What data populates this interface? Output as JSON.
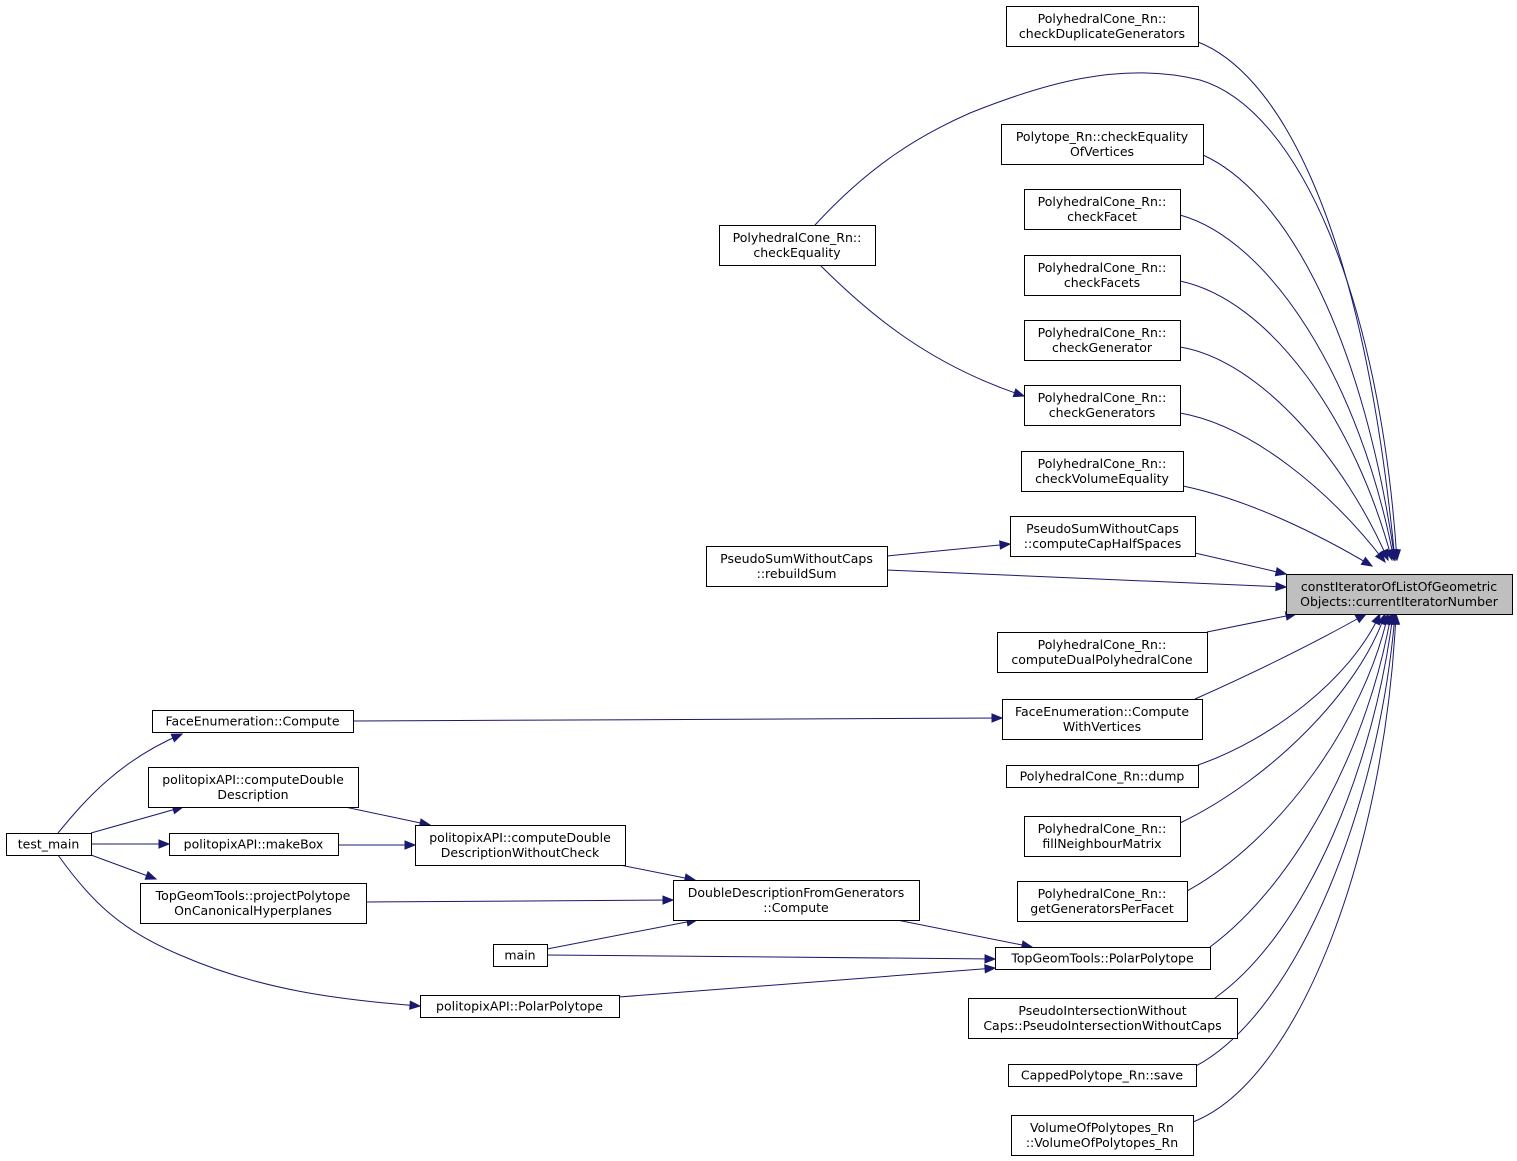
{
  "nodes": {
    "target": [
      "constIteratorOfListOfGeometric",
      "Objects::currentIteratorNumber"
    ],
    "checkDuplicateGenerators": [
      "PolyhedralCone_Rn::",
      "checkDuplicateGenerators"
    ],
    "checkEqualityOfVertices": [
      "Polytope_Rn::checkEquality",
      "OfVertices"
    ],
    "checkFacet": [
      "PolyhedralCone_Rn::",
      "checkFacet"
    ],
    "checkFacets": [
      "PolyhedralCone_Rn::",
      "checkFacets"
    ],
    "checkGenerator": [
      "PolyhedralCone_Rn::",
      "checkGenerator"
    ],
    "checkGenerators": [
      "PolyhedralCone_Rn::",
      "checkGenerators"
    ],
    "checkVolumeEquality": [
      "PolyhedralCone_Rn::",
      "checkVolumeEquality"
    ],
    "computeCapHalfSpaces": [
      "PseudoSumWithoutCaps",
      "::computeCapHalfSpaces"
    ],
    "computeDualPolyhedralCone": [
      "PolyhedralCone_Rn::",
      "computeDualPolyhedralCone"
    ],
    "computeWithVertices": [
      "FaceEnumeration::Compute",
      "WithVertices"
    ],
    "dump": [
      "PolyhedralCone_Rn::dump"
    ],
    "fillNeighbourMatrix": [
      "PolyhedralCone_Rn::",
      "fillNeighbourMatrix"
    ],
    "getGeneratorsPerFacet": [
      "PolyhedralCone_Rn::",
      "getGeneratorsPerFacet"
    ],
    "topPolarPolytope": [
      "TopGeomTools::PolarPolytope"
    ],
    "pseudoIntersection": [
      "PseudoIntersectionWithout",
      "Caps::PseudoIntersectionWithoutCaps"
    ],
    "save": [
      "CappedPolytope_Rn::save"
    ],
    "volumeOfPolytopes": [
      "VolumeOfPolytopes_Rn",
      "::VolumeOfPolytopes_Rn"
    ],
    "checkEquality": [
      "PolyhedralCone_Rn::",
      "checkEquality"
    ],
    "rebuildSum": [
      "PseudoSumWithoutCaps",
      "::rebuildSum"
    ],
    "faceCompute": [
      "FaceEnumeration::Compute"
    ],
    "apiComputeDD": [
      "politopixAPI::computeDouble",
      "Description"
    ],
    "apiMakeBox": [
      "politopixAPI::makeBox"
    ],
    "apiComputeDDWithoutCheck": [
      "politopixAPI::computeDouble",
      "DescriptionWithoutCheck"
    ],
    "ddCompute": [
      "DoubleDescriptionFromGenerators",
      "::Compute"
    ],
    "projectPolytope": [
      "TopGeomTools::projectPolytope",
      "OnCanonicalHyperplanes"
    ],
    "main": [
      "main"
    ],
    "apiPolarPolytope": [
      "politopixAPI::PolarPolytope"
    ],
    "testMain": [
      "test_main"
    ]
  },
  "edges": [
    [
      "checkDuplicateGenerators",
      "target"
    ],
    [
      "checkEquality",
      "target"
    ],
    [
      "checkEqualityOfVertices",
      "target"
    ],
    [
      "checkFacet",
      "target"
    ],
    [
      "checkFacets",
      "target"
    ],
    [
      "checkGenerator",
      "target"
    ],
    [
      "checkGenerators",
      "target"
    ],
    [
      "checkVolumeEquality",
      "target"
    ],
    [
      "computeCapHalfSpaces",
      "target"
    ],
    [
      "rebuildSum",
      "target"
    ],
    [
      "computeDualPolyhedralCone",
      "target"
    ],
    [
      "computeWithVertices",
      "target"
    ],
    [
      "dump",
      "target"
    ],
    [
      "fillNeighbourMatrix",
      "target"
    ],
    [
      "getGeneratorsPerFacet",
      "target"
    ],
    [
      "topPolarPolytope",
      "target"
    ],
    [
      "pseudoIntersection",
      "target"
    ],
    [
      "save",
      "target"
    ],
    [
      "volumeOfPolytopes",
      "target"
    ],
    [
      "checkEquality",
      "checkGenerators"
    ],
    [
      "rebuildSum",
      "computeCapHalfSpaces"
    ],
    [
      "faceCompute",
      "computeWithVertices"
    ],
    [
      "testMain",
      "faceCompute"
    ],
    [
      "testMain",
      "apiComputeDD"
    ],
    [
      "testMain",
      "apiMakeBox"
    ],
    [
      "testMain",
      "projectPolytope"
    ],
    [
      "testMain",
      "apiPolarPolytope"
    ],
    [
      "apiComputeDD",
      "apiComputeDDWithoutCheck"
    ],
    [
      "apiMakeBox",
      "apiComputeDDWithoutCheck"
    ],
    [
      "apiComputeDDWithoutCheck",
      "ddCompute"
    ],
    [
      "projectPolytope",
      "ddCompute"
    ],
    [
      "main",
      "ddCompute"
    ],
    [
      "main",
      "topPolarPolytope"
    ],
    [
      "ddCompute",
      "topPolarPolytope"
    ],
    [
      "apiPolarPolytope",
      "topPolarPolytope"
    ]
  ]
}
